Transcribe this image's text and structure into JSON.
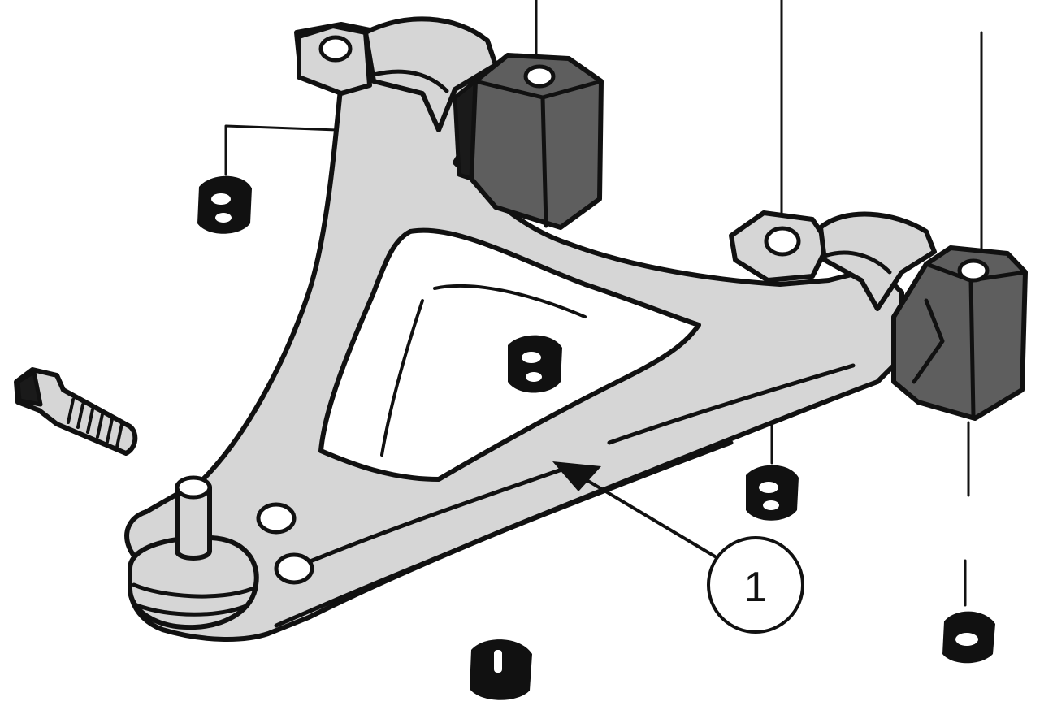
{
  "diagram": {
    "callouts": [
      {
        "label": "1"
      }
    ],
    "colors": {
      "arm_fill": "#d6d6d6",
      "bushing_fill": "#5e5e5e",
      "ink": "#111111",
      "nut_fill": "#111111",
      "background": "#ffffff"
    },
    "parts": [
      "control-arm",
      "front-bushing",
      "rear-bushing",
      "ball-joint",
      "mounting-bolt",
      "nut"
    ]
  }
}
